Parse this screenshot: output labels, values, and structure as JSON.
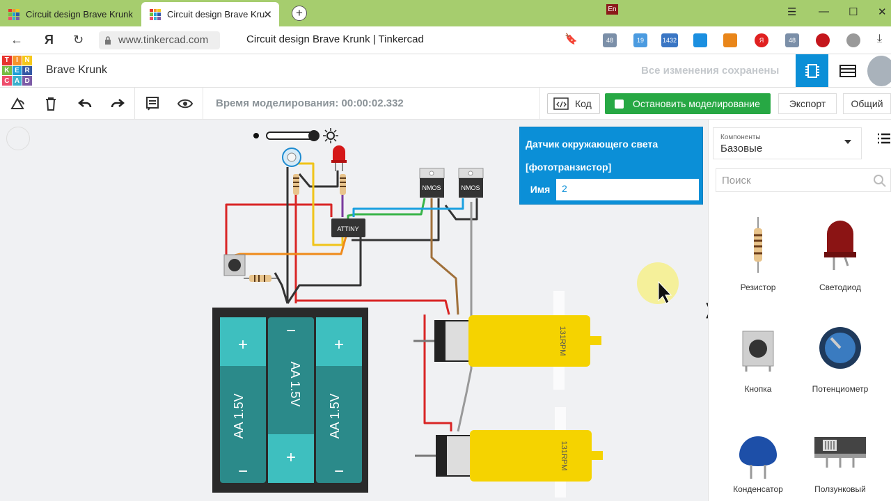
{
  "browser": {
    "tabs": [
      {
        "label": "Circuit design Brave Krunk"
      },
      {
        "label": "Circuit design Brave Kru"
      }
    ],
    "new_tab": "+",
    "lang": "En",
    "url": "www.tinkercad.com",
    "page_title": "Circuit design Brave Krunk | Tinkercad",
    "extensions": [
      {
        "name": "ext-48-icon",
        "badge": "48",
        "color": "#7b8fa8"
      },
      {
        "name": "ext-19-icon",
        "badge": "19",
        "color": "#4b9be0"
      },
      {
        "name": "ext-1432-icon",
        "badge": "1432",
        "color": "#3a76c4"
      },
      {
        "name": "download-ext-icon",
        "badge": "",
        "color": "#1b8fe0"
      },
      {
        "name": "key-ext-icon",
        "badge": "",
        "color": "#e9861a"
      },
      {
        "name": "yandex-ext-icon",
        "badge": "Я",
        "color": "#e02020"
      },
      {
        "name": "ext-48b-icon",
        "badge": "48",
        "color": "#7b8fa8"
      },
      {
        "name": "youtube-ext-icon",
        "badge": "",
        "color": "#c4161c"
      },
      {
        "name": "sync-ext-icon",
        "badge": "",
        "color": "#999999"
      }
    ]
  },
  "app": {
    "logo_letters": [
      "T",
      "I",
      "N",
      "K",
      "E",
      "R",
      "C",
      "A",
      "D"
    ],
    "logo_colors": [
      "#e7332d",
      "#f6932a",
      "#f5c81b",
      "#76bd43",
      "#1d9fd8",
      "#3458a5",
      "#ee4d6b",
      "#3cb0cc",
      "#7c5ba6"
    ],
    "project_name": "Brave Krunk",
    "saved_status": "Все изменения сохранены"
  },
  "toolbar": {
    "sim_time": "Время моделирования: 00:00:02.332",
    "code_label": "Код",
    "stop_label": "Остановить моделирование",
    "export_label": "Экспорт",
    "share_label": "Общий"
  },
  "inspector": {
    "title": "Датчик окружающего света [фототранзистор]",
    "name_label": "Имя",
    "name_value": "2"
  },
  "components_panel": {
    "category_label": "Компоненты",
    "category_value": "Базовые",
    "search_placeholder": "Поиск",
    "items": [
      {
        "label": "Резистор"
      },
      {
        "label": "Светодиод"
      },
      {
        "label": "Кнопка"
      },
      {
        "label": "Потенциометр"
      },
      {
        "label": "Конденсатор"
      },
      {
        "label": "Ползунковый"
      }
    ]
  },
  "circuit": {
    "chip_label": "ATTINY",
    "nmos_labels": [
      "NMOS",
      "NMOS"
    ],
    "batteries": [
      {
        "label": "AA 1.5V",
        "top_sign": "+",
        "bottom_sign": "−"
      },
      {
        "label": "AA 1.5V",
        "top_sign": "−",
        "bottom_sign": "+"
      },
      {
        "label": "AA 1.5V",
        "top_sign": "+",
        "bottom_sign": "−"
      }
    ],
    "motor_labels": [
      "131RPM",
      "131RPM"
    ],
    "colors": {
      "battery_teal": "#2b8a8a",
      "battery_light": "#3ebfbf",
      "motor_yellow": "#f5d300",
      "wire_red": "#d92525",
      "wire_black": "#333333",
      "wire_blue": "#1aa0e0",
      "wire_green": "#38b449",
      "wire_yellow": "#f0c419",
      "wire_orange": "#ef8a1a"
    }
  }
}
